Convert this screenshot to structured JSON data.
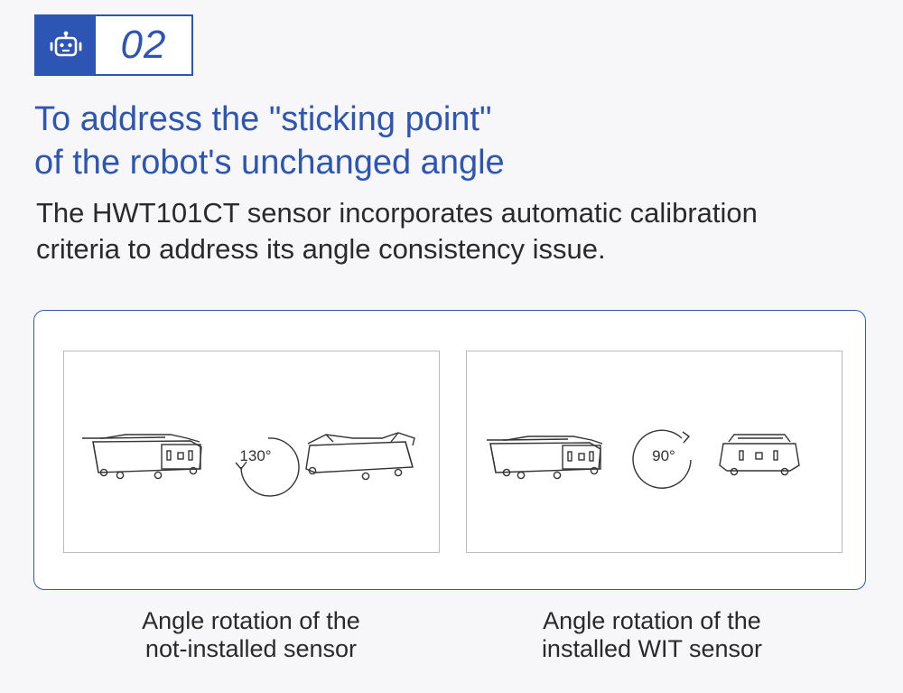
{
  "badge": {
    "icon": "robot-icon",
    "number": "02"
  },
  "title": {
    "line1": "To address the \"sticking point\"",
    "line2": "of the robot's unchanged angle"
  },
  "subtitle": {
    "line1": "The HWT101CT sensor incorporates automatic calibration",
    "line2": "criteria to address its angle consistency issue."
  },
  "comparison": [
    {
      "angle_label": "130°",
      "caption_line1": "Angle rotation of the",
      "caption_line2": "not-installed sensor"
    },
    {
      "angle_label": "90°",
      "caption_line1": "Angle rotation of the",
      "caption_line2": "installed WIT sensor"
    }
  ],
  "colors": {
    "accent": "#2d55b4",
    "text": "#2a2a2a",
    "background": "#f7f7f9"
  }
}
